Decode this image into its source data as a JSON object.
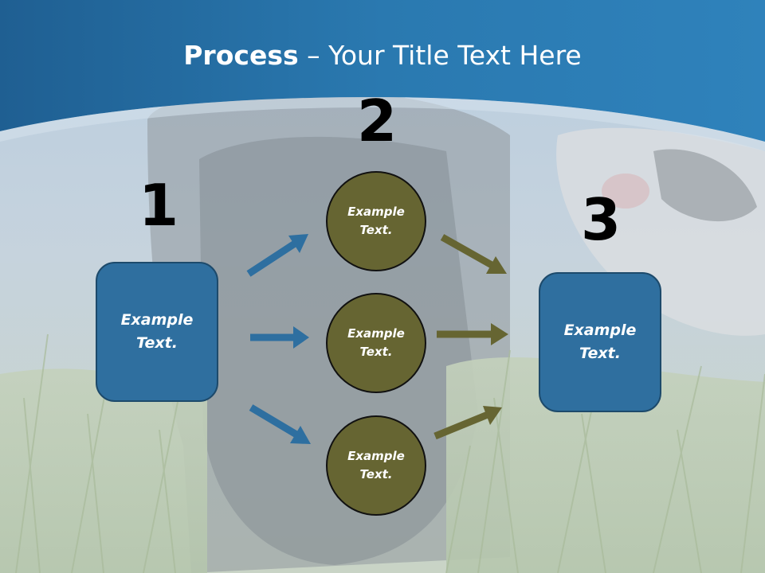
{
  "title": {
    "bold": "Process",
    "rest": " – Your Title Text Here"
  },
  "steps": {
    "one": "1",
    "two": "2",
    "three": "3"
  },
  "boxes": {
    "left": "Example Text.",
    "right": "Example Text."
  },
  "circles": {
    "top": "Example Text.",
    "middle": "Example Text.",
    "bottom": "Example Text."
  },
  "colors": {
    "header_blue": "#2a79b0",
    "box_blue": "#2f6f9f",
    "circle_olive": "#666532",
    "arrow_blue": "#2e6fa0",
    "arrow_olive": "#666532"
  }
}
